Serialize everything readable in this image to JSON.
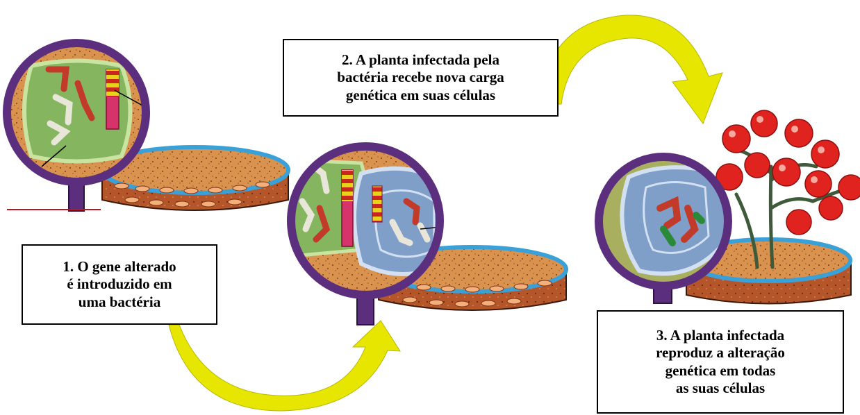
{
  "steps": [
    {
      "lines": [
        "1. O gene alterado",
        "é introduzido em",
        "uma bactéria"
      ]
    },
    {
      "lines": [
        "2. A planta infectada pela",
        "bactéria recebe nova carga",
        "genética em suas células"
      ]
    },
    {
      "lines": [
        "3. A planta infectada",
        "reproduz a alteração",
        "genética em todas",
        "as suas células"
      ]
    }
  ],
  "colors": {
    "arrow": "#e6e600",
    "lens_rim": "#5b2f7e",
    "bacteria_cell": "#7fae5a",
    "plant_cell": "#7f9fc8",
    "agar": "#c8824a",
    "tomato": "#e0231e"
  }
}
